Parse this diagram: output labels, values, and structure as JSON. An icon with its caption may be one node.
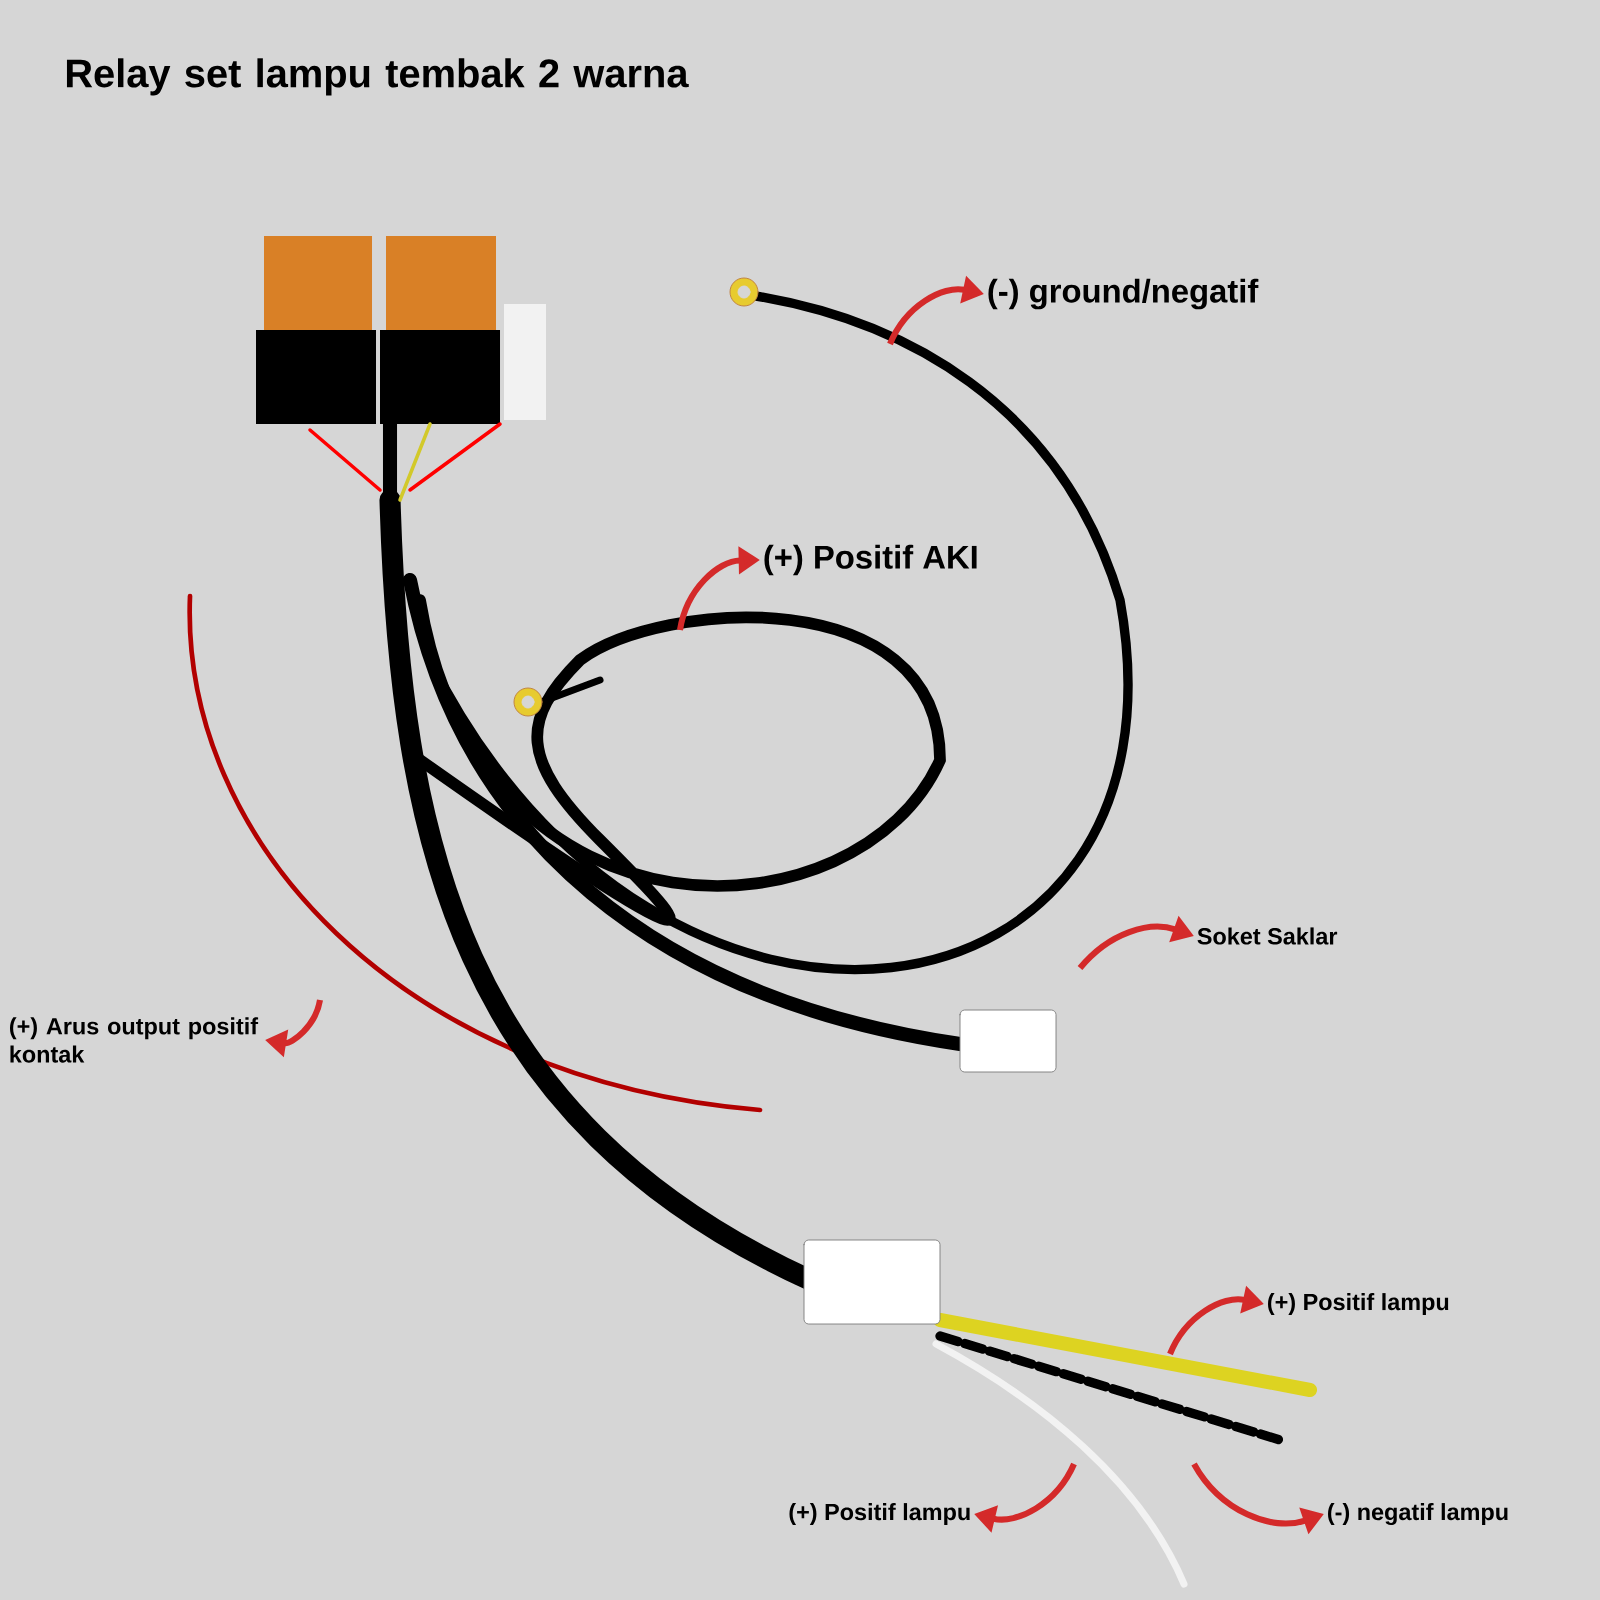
{
  "diagram": {
    "title": "Relay set lampu tembak 2 warna",
    "nodes": [
      {
        "text": [
          "(-) ground/negatif"
        ]
      },
      {
        "text": [
          "(+) Positif AKI"
        ]
      },
      {
        "text": [
          "Soket Saklar"
        ]
      },
      {
        "text": [
          "(+) Arus output positif kontak"
        ]
      },
      {
        "text": [
          "(+) Positif lampu"
        ]
      },
      {
        "text": [
          "(+) Positif lampu"
        ]
      },
      {
        "text": [
          "(-) negatif lampu"
        ]
      }
    ],
    "edges": [
      {
        "from": null,
        "to": 0,
        "arrow": "to"
      },
      {
        "from": null,
        "to": 1,
        "arrow": "to"
      },
      {
        "from": null,
        "to": 2,
        "arrow": "to"
      },
      {
        "from": null,
        "to": 3,
        "arrow": "to"
      },
      {
        "from": null,
        "to": 4,
        "arrow": "to"
      },
      {
        "from": null,
        "to": 5,
        "arrow": "to"
      },
      {
        "from": null,
        "to": 6,
        "arrow": "to"
      }
    ]
  }
}
